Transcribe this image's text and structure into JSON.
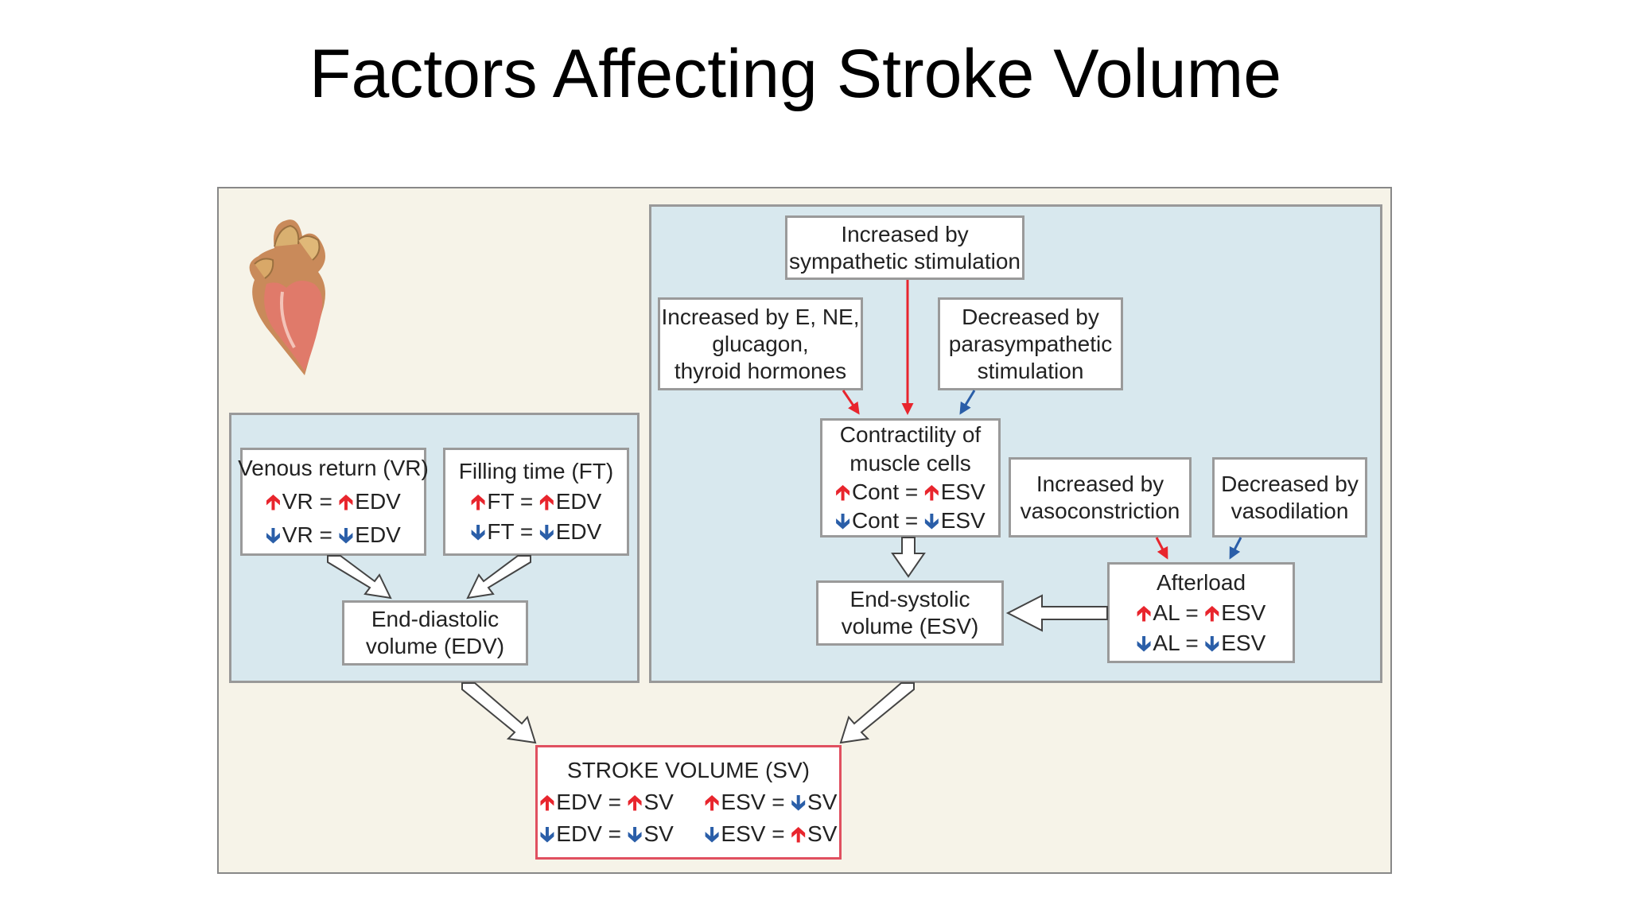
{
  "slide": {
    "title": "Factors Affecting Stroke Volume"
  },
  "boxes": {
    "sympathetic": [
      "Increased by",
      "sympathetic stimulation"
    ],
    "hormones": [
      "Increased by E, NE,",
      "glucagon,",
      "thyroid hormones"
    ],
    "parasympathetic": [
      "Decreased by",
      "parasympathetic",
      "stimulation"
    ],
    "contractility": {
      "lines": [
        "Contractility of",
        "muscle cells"
      ],
      "up_rel": {
        "left": "Cont =",
        "right": "ESV"
      },
      "down_rel": {
        "left": "Cont =",
        "right": "ESV"
      }
    },
    "vasoconstriction": [
      "Increased by",
      "vasoconstriction"
    ],
    "vasodilation": [
      "Decreased by",
      "vasodilation"
    ],
    "afterload": {
      "title": "Afterload",
      "up_rel": {
        "left": "AL =",
        "right": "ESV"
      },
      "down_rel": {
        "left": "AL =",
        "right": "ESV"
      }
    },
    "esv": [
      "End-systolic",
      "volume (ESV)"
    ],
    "venous_return": {
      "title": "Venous return (VR)",
      "up_rel": {
        "left": "VR =",
        "right": "EDV"
      },
      "down_rel": {
        "left": "VR =",
        "right": "EDV"
      }
    },
    "filling_time": {
      "title": "Filling time (FT)",
      "up_rel": {
        "left": "FT =",
        "right": "EDV"
      },
      "down_rel": {
        "left": "FT =",
        "right": "EDV"
      }
    },
    "edv": [
      "End-diastolic",
      "volume (EDV)"
    ],
    "stroke_volume": {
      "title": "STROKE VOLUME (SV)",
      "r1a": {
        "left": "EDV =",
        "right": "SV"
      },
      "r1b": {
        "left": "ESV =",
        "right": "SV"
      },
      "r2a": {
        "left": "EDV =",
        "right": "SV"
      },
      "r2b": {
        "left": "ESV =",
        "right": "SV"
      }
    }
  },
  "colors": {
    "increase": "#e8252d",
    "decrease": "#2a5ea8",
    "panel": "#d8e8ee",
    "figure_bg": "#f6f3e8"
  },
  "icons": {
    "up": "up-arrow-icon",
    "down": "down-arrow-icon",
    "heart": "heart-illustration"
  }
}
